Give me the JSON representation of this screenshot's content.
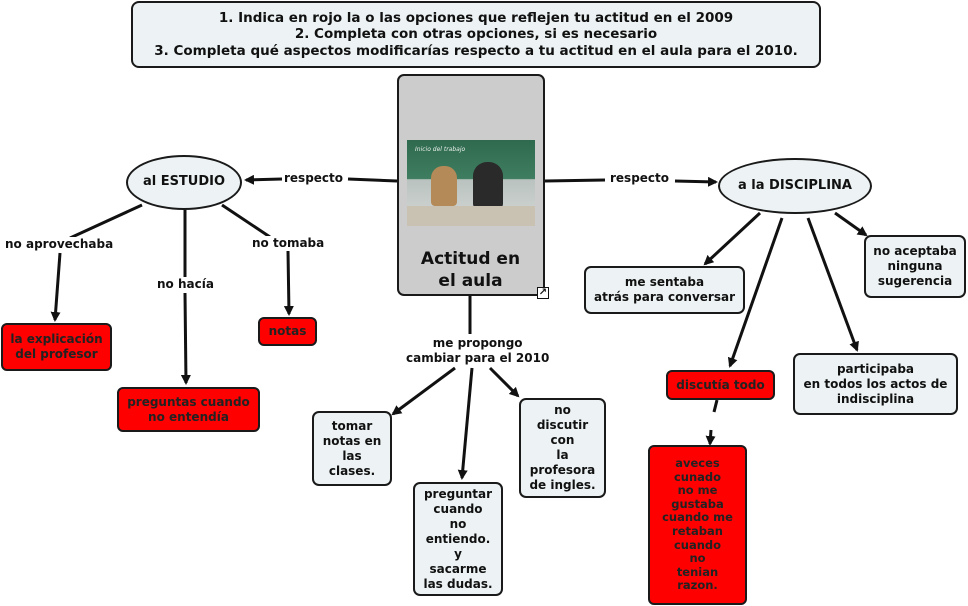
{
  "instructions": {
    "line1": "1. Indica en rojo la o las opciones que reflejen tu actitud en el 2009",
    "line2": "2. Completa con otras opciones, si es necesario",
    "line3": "3. Completa qué aspectos modificarías respecto a tu actitud en el aula para el 2010."
  },
  "center": {
    "title": "Actitud en\nel aula",
    "photo_caption": "Inicio del trabajo",
    "link_icon": "external-link-icon"
  },
  "left_branch": {
    "link_label": "respecto",
    "concept": "al ESTUDIO",
    "links": [
      {
        "label": "no aprovechaba",
        "target": "la explicación\ndel profesor"
      },
      {
        "label": "no hacía",
        "target": "preguntas cuando\nno entendía"
      },
      {
        "label": "no tomaba",
        "target": "notas"
      }
    ]
  },
  "right_branch": {
    "link_label": "respecto",
    "concept": "a la DISCIPLINA",
    "nodes": {
      "sat_back": "me sentaba\natrás para conversar",
      "no_suggestions": "no aceptaba\nninguna\nsugerencia",
      "participated": "participaba\nen todos los actos de\nindisciplina",
      "argued": "discutía todo",
      "sometimes": "aveces\ncunado\nno me\ngustaba\ncuando me\nretaban\ncuando\nno\ntenian\nrazon."
    }
  },
  "bottom_branch": {
    "link_label": "me propongo\ncambiar para el 2010",
    "nodes": {
      "take_notes": "tomar\nnotas en\nlas\nclases.",
      "ask": "preguntar\ncuando\nno\nentiendo.\ny\nsacarme\nlas dudas.",
      "no_argue": "no\ndiscutir\ncon\nla\nprofesora\nde ingles."
    }
  },
  "colors": {
    "node_fill": "#edf3f4",
    "selected_fill": "#ff0000",
    "center_fill": "#cccccc",
    "border": "#1a1a1a"
  }
}
